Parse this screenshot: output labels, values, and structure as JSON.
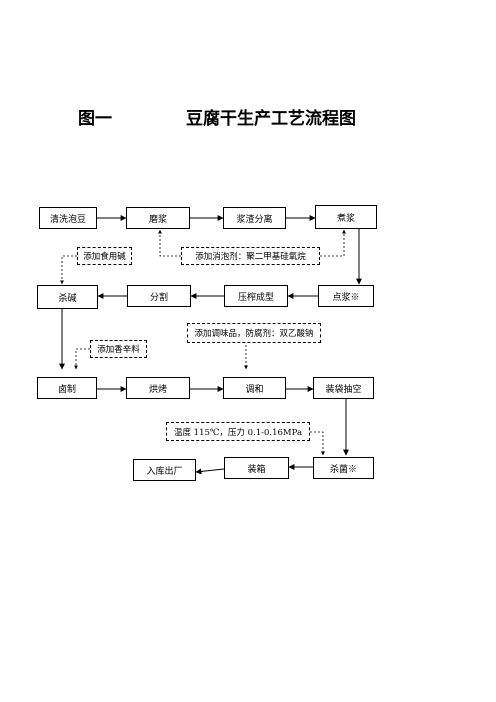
{
  "title": {
    "number": "图一",
    "text": "豆腐干生产工艺流程图"
  },
  "steps": {
    "wash": "清洗泡豆",
    "grind": "磨浆",
    "separate": "浆渣分离",
    "boil": "煮浆",
    "coagulate": "点浆※",
    "press": "压榨成型",
    "cut": "分割",
    "alkali": "杀碱",
    "marinate": "卤制",
    "bake": "烘烤",
    "season": "调和",
    "pack": "装袋抽空",
    "sterilize": "杀菌※",
    "box": "装箱",
    "store": "入库出厂"
  },
  "additions": {
    "defoamer": "添加消泡剂：聚二甲基硅氧烷",
    "edible_alkali": "添加食用碱",
    "spices": "添加香辛料",
    "flavoring": "添加调味品，防腐剂：双乙酸钠",
    "sterilize_params": "温度 115℃，压力 0.1-0.16MPa"
  }
}
